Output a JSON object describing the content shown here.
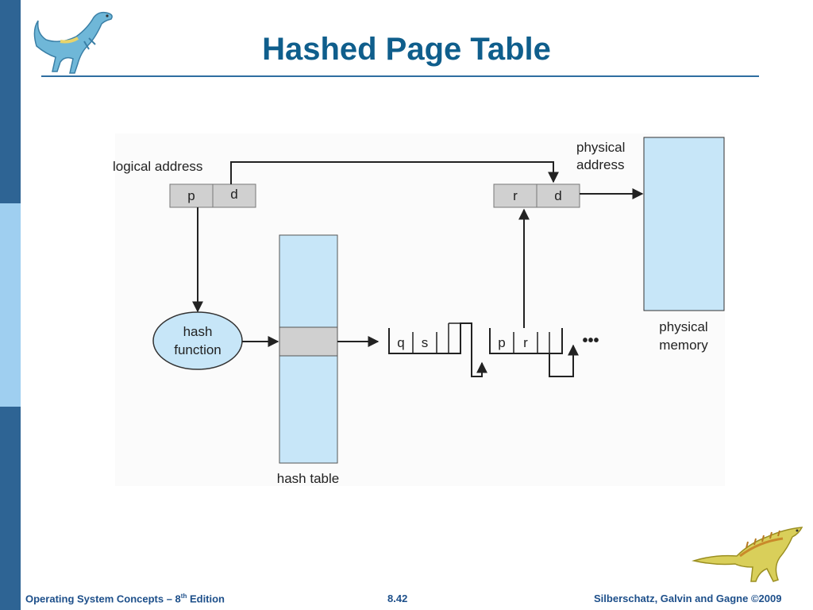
{
  "slide": {
    "title": "Hashed Page Table",
    "footer_left_text": "Operating System Concepts – 8",
    "footer_left_sup": "th",
    "footer_left_suffix": " Edition",
    "footer_center": "8.42",
    "footer_right": "Silberschatz, Galvin and Gagne ©2009",
    "colors": {
      "title": "#0f5e8c",
      "rule": "#2f6ea0",
      "sidebar_dark": "#2e6494",
      "sidebar_light": "#9fcff0",
      "box_fill": "#d0d0d0",
      "table_fill": "#c7e6f8"
    },
    "icons": [
      "dinosaur-logo-top",
      "dinosaur-logo-bottom"
    ]
  },
  "diagram": {
    "logical_address_label": "logical address",
    "logical_p": "p",
    "logical_d": "d",
    "physical_address_label_1": "physical",
    "physical_address_label_2": "address",
    "physical_r": "r",
    "physical_d": "d",
    "hash_function_1": "hash",
    "hash_function_2": "function",
    "hash_table_label": "hash table",
    "chain": [
      "q",
      "s",
      "p",
      "r"
    ],
    "ellipsis": "•••",
    "physical_memory_1": "physical",
    "physical_memory_2": "memory"
  }
}
